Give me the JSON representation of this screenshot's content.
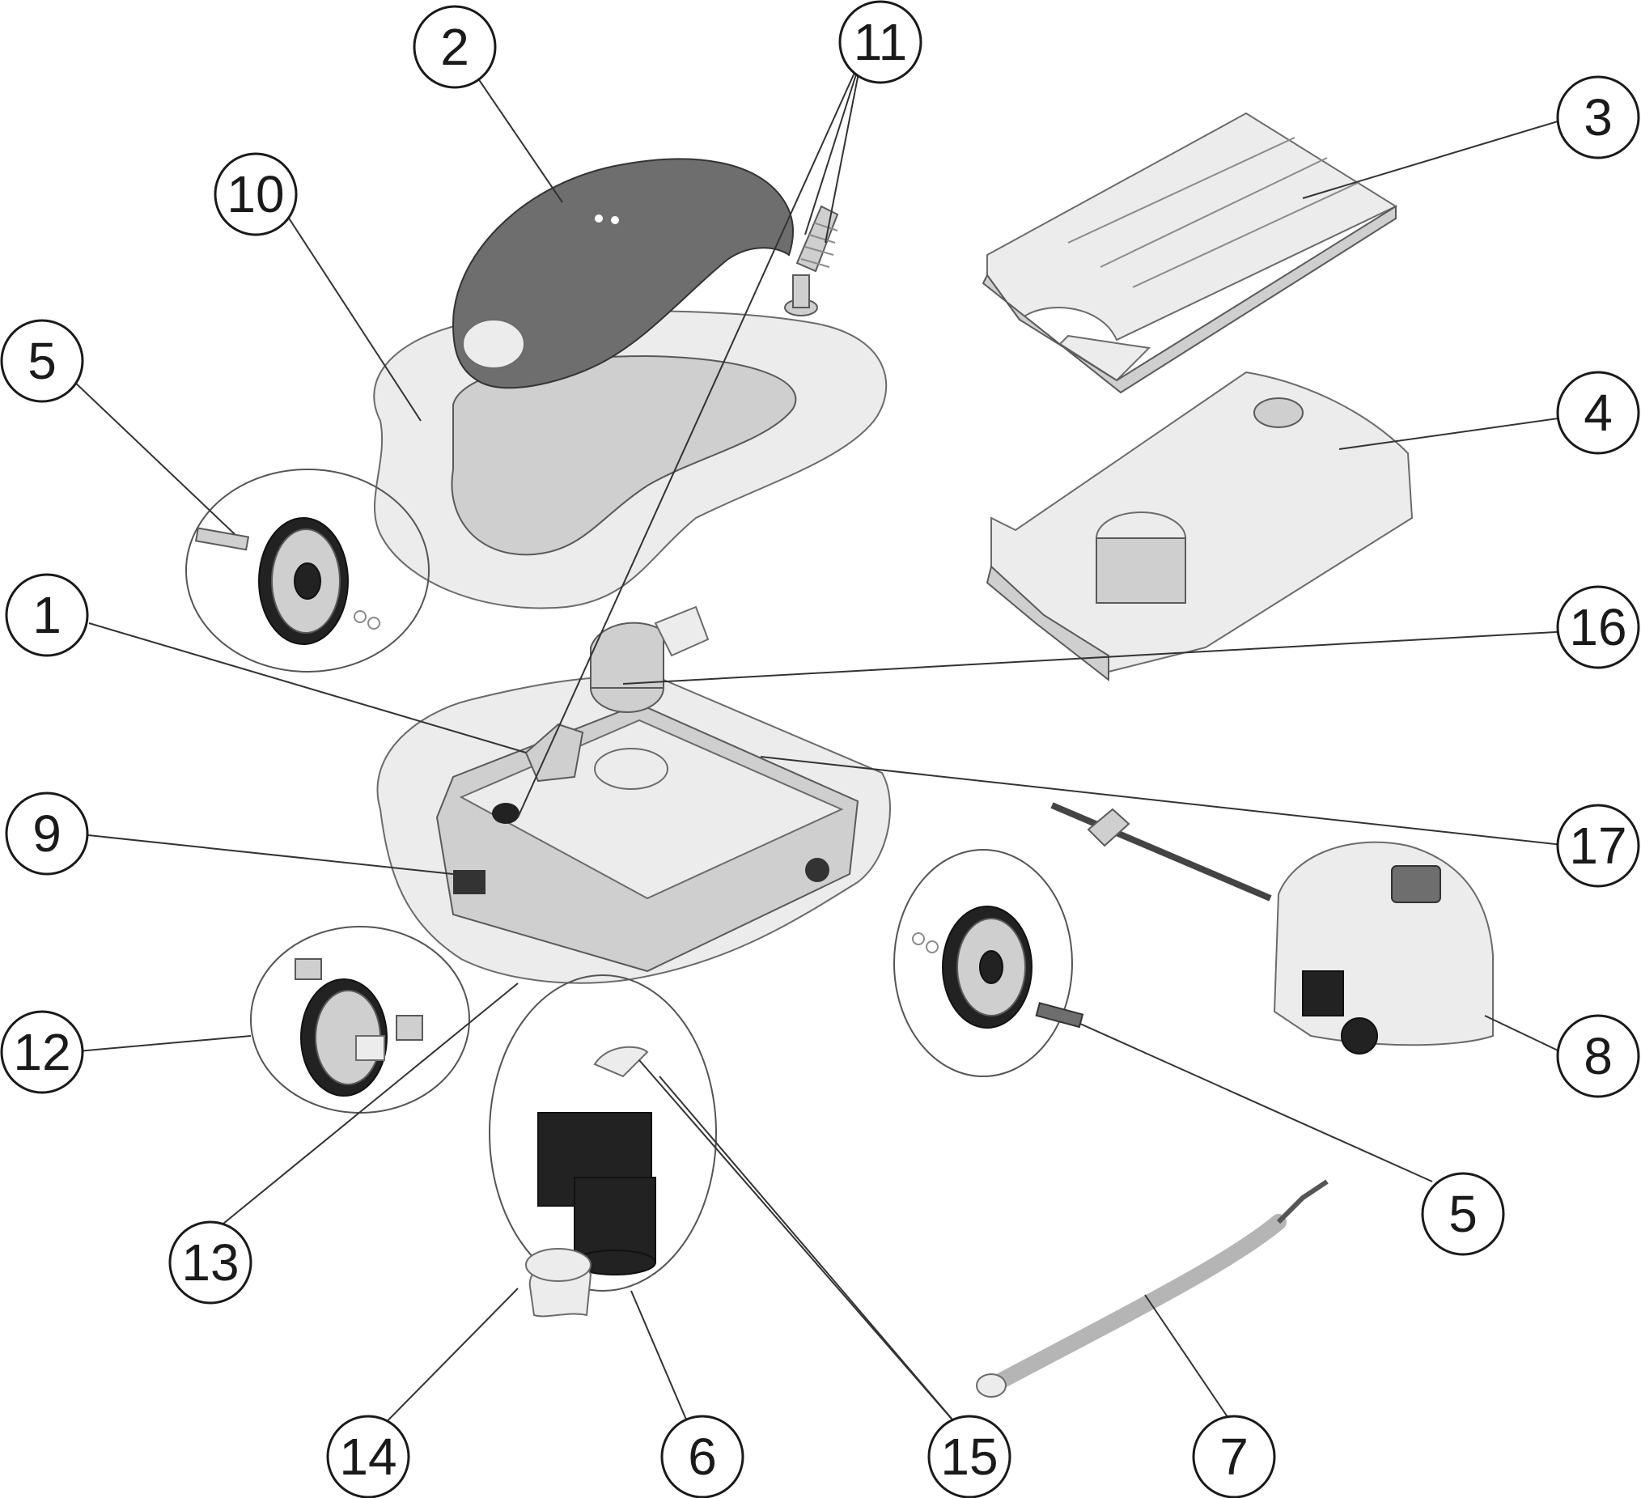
{
  "colors": {
    "background": "#ffffff",
    "outline": "#1a1a1a",
    "part_light": "#ececec",
    "part_mid": "#cfcfcf",
    "part_dark": "#6e6e6e",
    "part_black": "#222222"
  },
  "callouts": [
    {
      "id": "c2",
      "label": "2"
    },
    {
      "id": "c11",
      "label": "11"
    },
    {
      "id": "c3",
      "label": "3"
    },
    {
      "id": "c10",
      "label": "10"
    },
    {
      "id": "c5_left",
      "label": "5"
    },
    {
      "id": "c4",
      "label": "4"
    },
    {
      "id": "c1",
      "label": "1"
    },
    {
      "id": "c16",
      "label": "16"
    },
    {
      "id": "c9",
      "label": "9"
    },
    {
      "id": "c17",
      "label": "17"
    },
    {
      "id": "c12",
      "label": "12"
    },
    {
      "id": "c8",
      "label": "8"
    },
    {
      "id": "c13",
      "label": "13"
    },
    {
      "id": "c5_right",
      "label": "5"
    },
    {
      "id": "c14",
      "label": "14"
    },
    {
      "id": "c6",
      "label": "6"
    },
    {
      "id": "c15",
      "label": "15"
    },
    {
      "id": "c7",
      "label": "7"
    }
  ]
}
